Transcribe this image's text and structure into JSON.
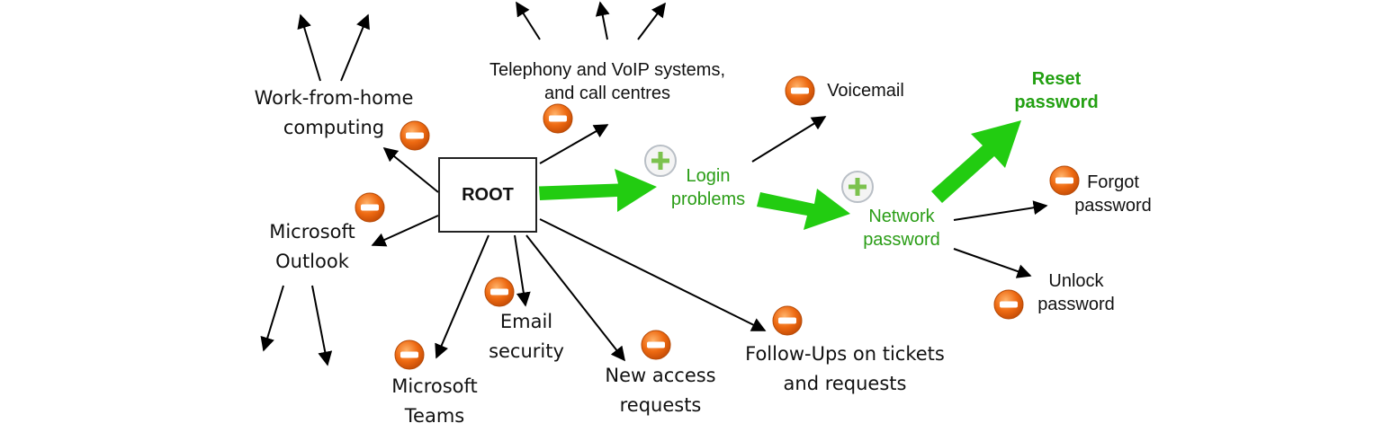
{
  "root": {
    "label": "ROOT"
  },
  "nodes": {
    "work_from_home": "Work-from-home\ncomputing",
    "telephony": "Telephony and VoIP systems,\nand call centres",
    "outlook": "Microsoft\nOutlook",
    "teams": "Microsoft\nTeams",
    "email_security": "Email\nsecurity",
    "new_access": "New access\nrequests",
    "follow_ups": "Follow-Ups on tickets\nand requests",
    "login_problems": "Login\nproblems",
    "voicemail": "Voicemail",
    "network_password": "Network\npassword",
    "reset_password": "Reset\npassword",
    "forgot_password": "Forgot\npassword",
    "unlock_password": "Unlock\npassword"
  },
  "icons": {
    "collapse": "collapse-icon",
    "expand": "expand-icon"
  },
  "colors": {
    "highlight_arrow": "#22cc11",
    "highlight_text": "#2a9d16",
    "collapse_fill": "#e8650f",
    "expand_stroke": "#7cc24e"
  }
}
